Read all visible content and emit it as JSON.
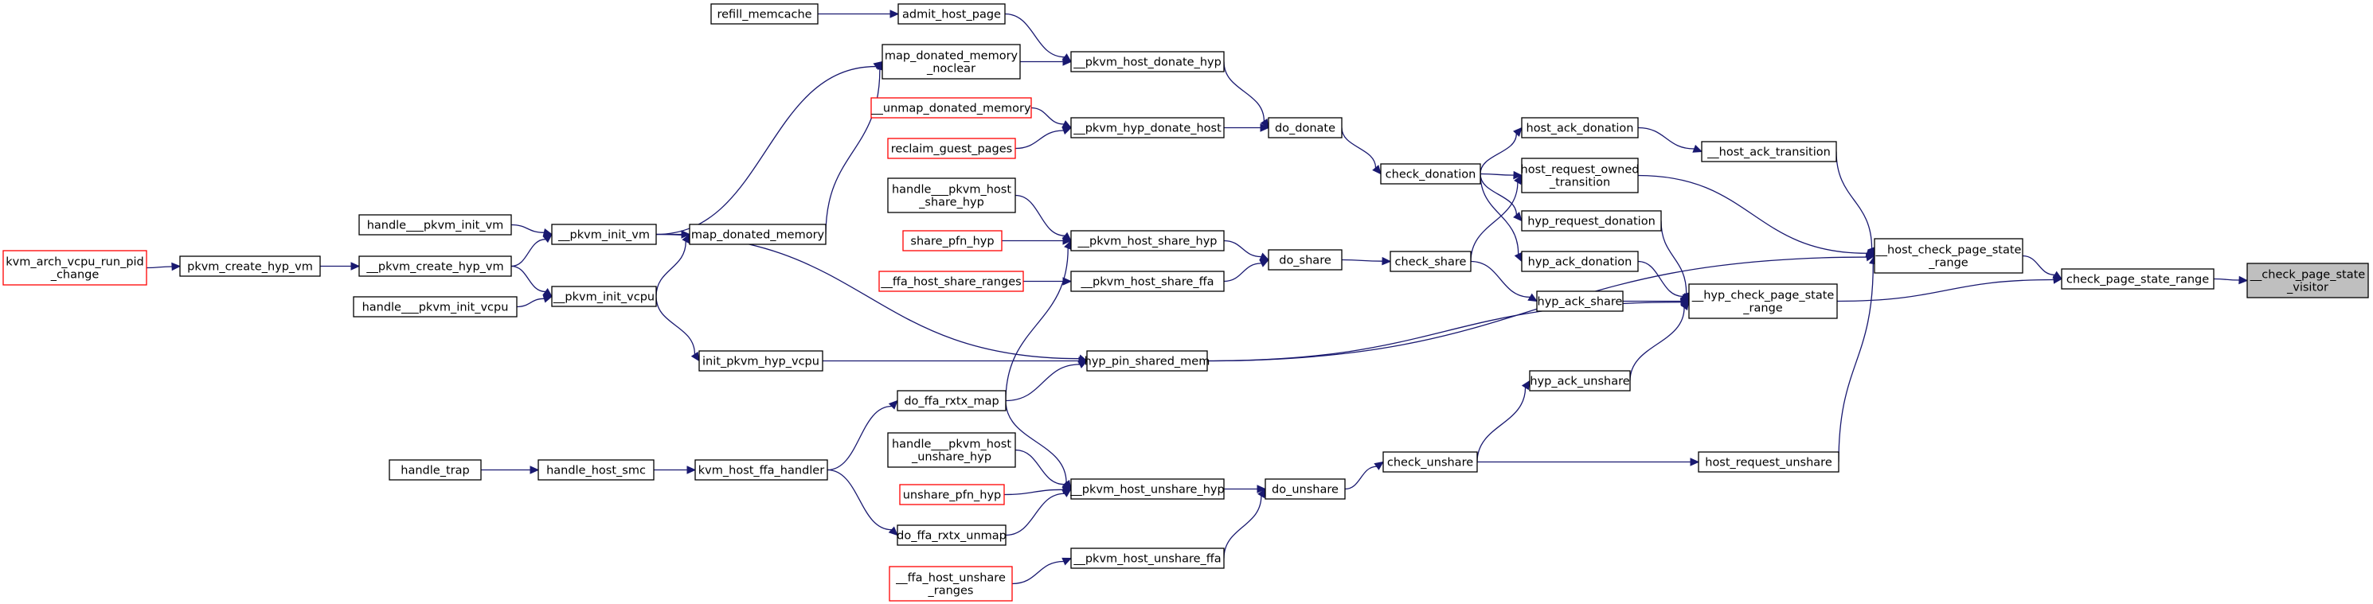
{
  "nodes": [
    {
      "id": "refill_memcache",
      "lines": [
        "refill_memcache"
      ],
      "style": "normal"
    },
    {
      "id": "admit_host_page",
      "lines": [
        "admit_host_page"
      ],
      "style": "normal"
    },
    {
      "id": "map_donated_memory_noclear",
      "lines": [
        "map_donated_memory",
        "_noclear"
      ],
      "style": "normal"
    },
    {
      "id": "__pkvm_host_donate_hyp",
      "lines": [
        "__pkvm_host_donate_hyp"
      ],
      "style": "normal"
    },
    {
      "id": "__unmap_donated_memory",
      "lines": [
        "__unmap_donated_memory"
      ],
      "style": "truncated"
    },
    {
      "id": "reclaim_guest_pages",
      "lines": [
        "reclaim_guest_pages"
      ],
      "style": "truncated"
    },
    {
      "id": "__pkvm_hyp_donate_host",
      "lines": [
        "__pkvm_hyp_donate_host"
      ],
      "style": "normal"
    },
    {
      "id": "do_donate",
      "lines": [
        "do_donate"
      ],
      "style": "normal"
    },
    {
      "id": "host_ack_donation",
      "lines": [
        "host_ack_donation"
      ],
      "style": "normal"
    },
    {
      "id": "__host_ack_transition",
      "lines": [
        "__host_ack_transition"
      ],
      "style": "normal"
    },
    {
      "id": "check_donation",
      "lines": [
        "check_donation"
      ],
      "style": "normal"
    },
    {
      "id": "host_request_owned_transition",
      "lines": [
        "host_request_owned",
        "_transition"
      ],
      "style": "normal"
    },
    {
      "id": "hyp_request_donation",
      "lines": [
        "hyp_request_donation"
      ],
      "style": "normal"
    },
    {
      "id": "handle___pkvm_host_share_hyp",
      "lines": [
        "handle___pkvm_host",
        "_share_hyp"
      ],
      "style": "normal"
    },
    {
      "id": "handle___pkvm_init_vm",
      "lines": [
        "handle___pkvm_init_vm"
      ],
      "style": "normal"
    },
    {
      "id": "__pkvm_init_vm",
      "lines": [
        "__pkvm_init_vm"
      ],
      "style": "normal"
    },
    {
      "id": "map_donated_memory",
      "lines": [
        "map_donated_memory"
      ],
      "style": "normal"
    },
    {
      "id": "share_pfn_hyp",
      "lines": [
        "share_pfn_hyp"
      ],
      "style": "truncated"
    },
    {
      "id": "__pkvm_host_share_hyp",
      "lines": [
        "__pkvm_host_share_hyp"
      ],
      "style": "normal"
    },
    {
      "id": "do_share",
      "lines": [
        "do_share"
      ],
      "style": "normal"
    },
    {
      "id": "check_share",
      "lines": [
        "check_share"
      ],
      "style": "normal"
    },
    {
      "id": "hyp_ack_donation",
      "lines": [
        "hyp_ack_donation"
      ],
      "style": "normal"
    },
    {
      "id": "__host_check_page_state_range",
      "lines": [
        "__host_check_page_state",
        "_range"
      ],
      "style": "normal"
    },
    {
      "id": "check_page_state_range",
      "lines": [
        "check_page_state_range"
      ],
      "style": "normal"
    },
    {
      "id": "__check_page_state_visitor",
      "lines": [
        "__check_page_state",
        "_visitor"
      ],
      "style": "root"
    },
    {
      "id": "kvm_arch_vcpu_run_pid_change",
      "lines": [
        "kvm_arch_vcpu_run_pid",
        "_change"
      ],
      "style": "truncated"
    },
    {
      "id": "pkvm_create_hyp_vm",
      "lines": [
        "pkvm_create_hyp_vm"
      ],
      "style": "normal"
    },
    {
      "id": "__pkvm_create_hyp_vm",
      "lines": [
        "__pkvm_create_hyp_vm"
      ],
      "style": "normal"
    },
    {
      "id": "__ffa_host_share_ranges",
      "lines": [
        "__ffa_host_share_ranges"
      ],
      "style": "truncated"
    },
    {
      "id": "__pkvm_host_share_ffa",
      "lines": [
        "__pkvm_host_share_ffa"
      ],
      "style": "normal"
    },
    {
      "id": "hyp_ack_share",
      "lines": [
        "hyp_ack_share"
      ],
      "style": "normal"
    },
    {
      "id": "__hyp_check_page_state_range",
      "lines": [
        "__hyp_check_page_state",
        "_range"
      ],
      "style": "normal"
    },
    {
      "id": "handle___pkvm_init_vcpu",
      "lines": [
        "handle___pkvm_init_vcpu"
      ],
      "style": "normal"
    },
    {
      "id": "__pkvm_init_vcpu",
      "lines": [
        "__pkvm_init_vcpu"
      ],
      "style": "normal"
    },
    {
      "id": "init_pkvm_hyp_vcpu",
      "lines": [
        "init_pkvm_hyp_vcpu"
      ],
      "style": "normal"
    },
    {
      "id": "hyp_pin_shared_mem",
      "lines": [
        "hyp_pin_shared_mem"
      ],
      "style": "normal"
    },
    {
      "id": "hyp_ack_unshare",
      "lines": [
        "hyp_ack_unshare"
      ],
      "style": "normal"
    },
    {
      "id": "do_ffa_rxtx_map",
      "lines": [
        "do_ffa_rxtx_map"
      ],
      "style": "normal"
    },
    {
      "id": "handle___pkvm_host_unshare_hyp",
      "lines": [
        "handle___pkvm_host",
        "_unshare_hyp"
      ],
      "style": "normal"
    },
    {
      "id": "check_unshare",
      "lines": [
        "check_unshare"
      ],
      "style": "normal"
    },
    {
      "id": "host_request_unshare",
      "lines": [
        "host_request_unshare"
      ],
      "style": "normal"
    },
    {
      "id": "handle_trap",
      "lines": [
        "handle_trap"
      ],
      "style": "normal"
    },
    {
      "id": "handle_host_smc",
      "lines": [
        "handle_host_smc"
      ],
      "style": "normal"
    },
    {
      "id": "kvm_host_ffa_handler",
      "lines": [
        "kvm_host_ffa_handler"
      ],
      "style": "normal"
    },
    {
      "id": "unshare_pfn_hyp",
      "lines": [
        "unshare_pfn_hyp"
      ],
      "style": "truncated"
    },
    {
      "id": "__pkvm_host_unshare_hyp",
      "lines": [
        "__pkvm_host_unshare_hyp"
      ],
      "style": "normal"
    },
    {
      "id": "do_unshare",
      "lines": [
        "do_unshare"
      ],
      "style": "normal"
    },
    {
      "id": "do_ffa_rxtx_unmap",
      "lines": [
        "do_ffa_rxtx_unmap"
      ],
      "style": "normal"
    },
    {
      "id": "__pkvm_host_unshare_ffa",
      "lines": [
        "__pkvm_host_unshare_ffa"
      ],
      "style": "normal"
    },
    {
      "id": "__ffa_host_unshare_ranges",
      "lines": [
        "__ffa_host_unshare",
        "_ranges"
      ],
      "style": "truncated"
    }
  ],
  "edges": [
    {
      "from": "refill_memcache",
      "to": "admit_host_page"
    },
    {
      "from": "admit_host_page",
      "to": "__pkvm_host_donate_hyp"
    },
    {
      "from": "map_donated_memory_noclear",
      "to": "__pkvm_host_donate_hyp"
    },
    {
      "from": "__pkvm_host_donate_hyp",
      "to": "do_donate"
    },
    {
      "from": "__unmap_donated_memory",
      "to": "__pkvm_hyp_donate_host"
    },
    {
      "from": "reclaim_guest_pages",
      "to": "__pkvm_hyp_donate_host"
    },
    {
      "from": "__pkvm_hyp_donate_host",
      "to": "do_donate"
    },
    {
      "from": "do_donate",
      "to": "check_donation"
    },
    {
      "from": "check_donation",
      "to": "host_ack_donation"
    },
    {
      "from": "check_donation",
      "to": "host_request_owned_transition"
    },
    {
      "from": "check_donation",
      "to": "hyp_request_donation"
    },
    {
      "from": "check_donation",
      "to": "hyp_ack_donation"
    },
    {
      "from": "host_ack_donation",
      "to": "__host_ack_transition"
    },
    {
      "from": "__host_ack_transition",
      "to": "__host_check_page_state_range"
    },
    {
      "from": "host_request_owned_transition",
      "to": "__host_check_page_state_range"
    },
    {
      "from": "hyp_request_donation",
      "to": "__hyp_check_page_state_range"
    },
    {
      "from": "hyp_ack_donation",
      "to": "__hyp_check_page_state_range"
    },
    {
      "from": "hyp_ack_share",
      "to": "__hyp_check_page_state_range"
    },
    {
      "from": "hyp_ack_unshare",
      "to": "__hyp_check_page_state_range"
    },
    {
      "from": "__host_check_page_state_range",
      "to": "check_page_state_range"
    },
    {
      "from": "__hyp_check_page_state_range",
      "to": "check_page_state_range"
    },
    {
      "from": "check_page_state_range",
      "to": "__check_page_state_visitor"
    },
    {
      "from": "handle___pkvm_host_share_hyp",
      "to": "__pkvm_host_share_hyp"
    },
    {
      "from": "share_pfn_hyp",
      "to": "__pkvm_host_share_hyp"
    },
    {
      "from": "__pkvm_host_share_hyp",
      "to": "do_share"
    },
    {
      "from": "__ffa_host_share_ranges",
      "to": "__pkvm_host_share_ffa"
    },
    {
      "from": "__pkvm_host_share_ffa",
      "to": "do_share"
    },
    {
      "from": "do_share",
      "to": "check_share"
    },
    {
      "from": "check_share",
      "to": "host_request_owned_transition"
    },
    {
      "from": "check_share",
      "to": "hyp_ack_share"
    },
    {
      "from": "handle___pkvm_init_vm",
      "to": "__pkvm_init_vm"
    },
    {
      "from": "__pkvm_create_hyp_vm",
      "to": "__pkvm_init_vm"
    },
    {
      "from": "__pkvm_init_vm",
      "to": "map_donated_memory_noclear"
    },
    {
      "from": "__pkvm_init_vm",
      "to": "map_donated_memory"
    },
    {
      "from": "__pkvm_init_vm",
      "to": "hyp_pin_shared_mem"
    },
    {
      "from": "map_donated_memory",
      "to": "map_donated_memory_noclear"
    },
    {
      "from": "kvm_arch_vcpu_run_pid_change",
      "to": "pkvm_create_hyp_vm"
    },
    {
      "from": "pkvm_create_hyp_vm",
      "to": "__pkvm_create_hyp_vm"
    },
    {
      "from": "__pkvm_create_hyp_vm",
      "to": "__pkvm_init_vcpu"
    },
    {
      "from": "handle___pkvm_init_vcpu",
      "to": "__pkvm_init_vcpu"
    },
    {
      "from": "__pkvm_init_vcpu",
      "to": "map_donated_memory"
    },
    {
      "from": "__pkvm_init_vcpu",
      "to": "init_pkvm_hyp_vcpu"
    },
    {
      "from": "init_pkvm_hyp_vcpu",
      "to": "hyp_pin_shared_mem"
    },
    {
      "from": "hyp_pin_shared_mem",
      "to": "__hyp_check_page_state_range"
    },
    {
      "from": "hyp_pin_shared_mem",
      "to": "__host_check_page_state_range"
    },
    {
      "from": "do_ffa_rxtx_map",
      "to": "hyp_pin_shared_mem"
    },
    {
      "from": "do_ffa_rxtx_map",
      "to": "__pkvm_host_share_hyp"
    },
    {
      "from": "do_ffa_rxtx_map",
      "to": "__pkvm_host_unshare_hyp"
    },
    {
      "from": "check_unshare",
      "to": "hyp_ack_unshare"
    },
    {
      "from": "check_unshare",
      "to": "host_request_unshare"
    },
    {
      "from": "host_request_unshare",
      "to": "__host_check_page_state_range"
    },
    {
      "from": "handle_trap",
      "to": "handle_host_smc"
    },
    {
      "from": "handle_host_smc",
      "to": "kvm_host_ffa_handler"
    },
    {
      "from": "kvm_host_ffa_handler",
      "to": "do_ffa_rxtx_map"
    },
    {
      "from": "kvm_host_ffa_handler",
      "to": "do_ffa_rxtx_unmap"
    },
    {
      "from": "handle___pkvm_host_unshare_hyp",
      "to": "__pkvm_host_unshare_hyp"
    },
    {
      "from": "unshare_pfn_hyp",
      "to": "__pkvm_host_unshare_hyp"
    },
    {
      "from": "do_ffa_rxtx_unmap",
      "to": "__pkvm_host_unshare_hyp"
    },
    {
      "from": "__pkvm_host_unshare_hyp",
      "to": "do_unshare"
    },
    {
      "from": "__pkvm_host_unshare_ffa",
      "to": "do_unshare"
    },
    {
      "from": "__ffa_host_unshare_ranges",
      "to": "__pkvm_host_unshare_ffa"
    },
    {
      "from": "do_unshare",
      "to": "check_unshare"
    }
  ],
  "colors": {
    "edge": "#191970",
    "node_border": "#000000",
    "truncated_border": "#ff0000",
    "root_fill": "#bfbfbf"
  }
}
